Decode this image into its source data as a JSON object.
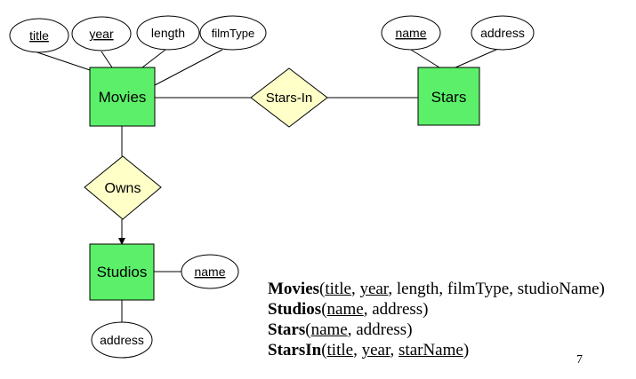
{
  "colors": {
    "entity_fill": "#5cf06a",
    "relationship_fill": "#ffffc8",
    "attribute_fill": "#ffffff",
    "stroke": "#000000"
  },
  "diagram": {
    "entities": {
      "movies": "Movies",
      "stars": "Stars",
      "studios": "Studios"
    },
    "relationships": {
      "stars_in": "Stars-In",
      "owns": "Owns"
    },
    "attributes": {
      "movies_title": "title",
      "movies_year": "year",
      "movies_length": "length",
      "movies_filmtype": "filmType",
      "stars_name": "name",
      "stars_address": "address",
      "studios_name": "name",
      "studios_address": "address"
    }
  },
  "schema": {
    "movies": {
      "relation": "Movies",
      "open": "(",
      "key1": "title",
      "sep1": ", ",
      "key2": "year",
      "rest": ", length, filmType, studioName)"
    },
    "studios": {
      "relation": "Studios",
      "open": "(",
      "key1": "name",
      "rest": ", address)"
    },
    "stars": {
      "relation": "Stars",
      "open": "(",
      "key1": "name",
      "rest": ", address)"
    },
    "starsin": {
      "relation": "StarsIn",
      "open": "(",
      "key1": "title",
      "sep1": ", ",
      "key2": "year",
      "sep2": ", ",
      "key3": "starName",
      "close": ")"
    }
  },
  "page_number": "7"
}
